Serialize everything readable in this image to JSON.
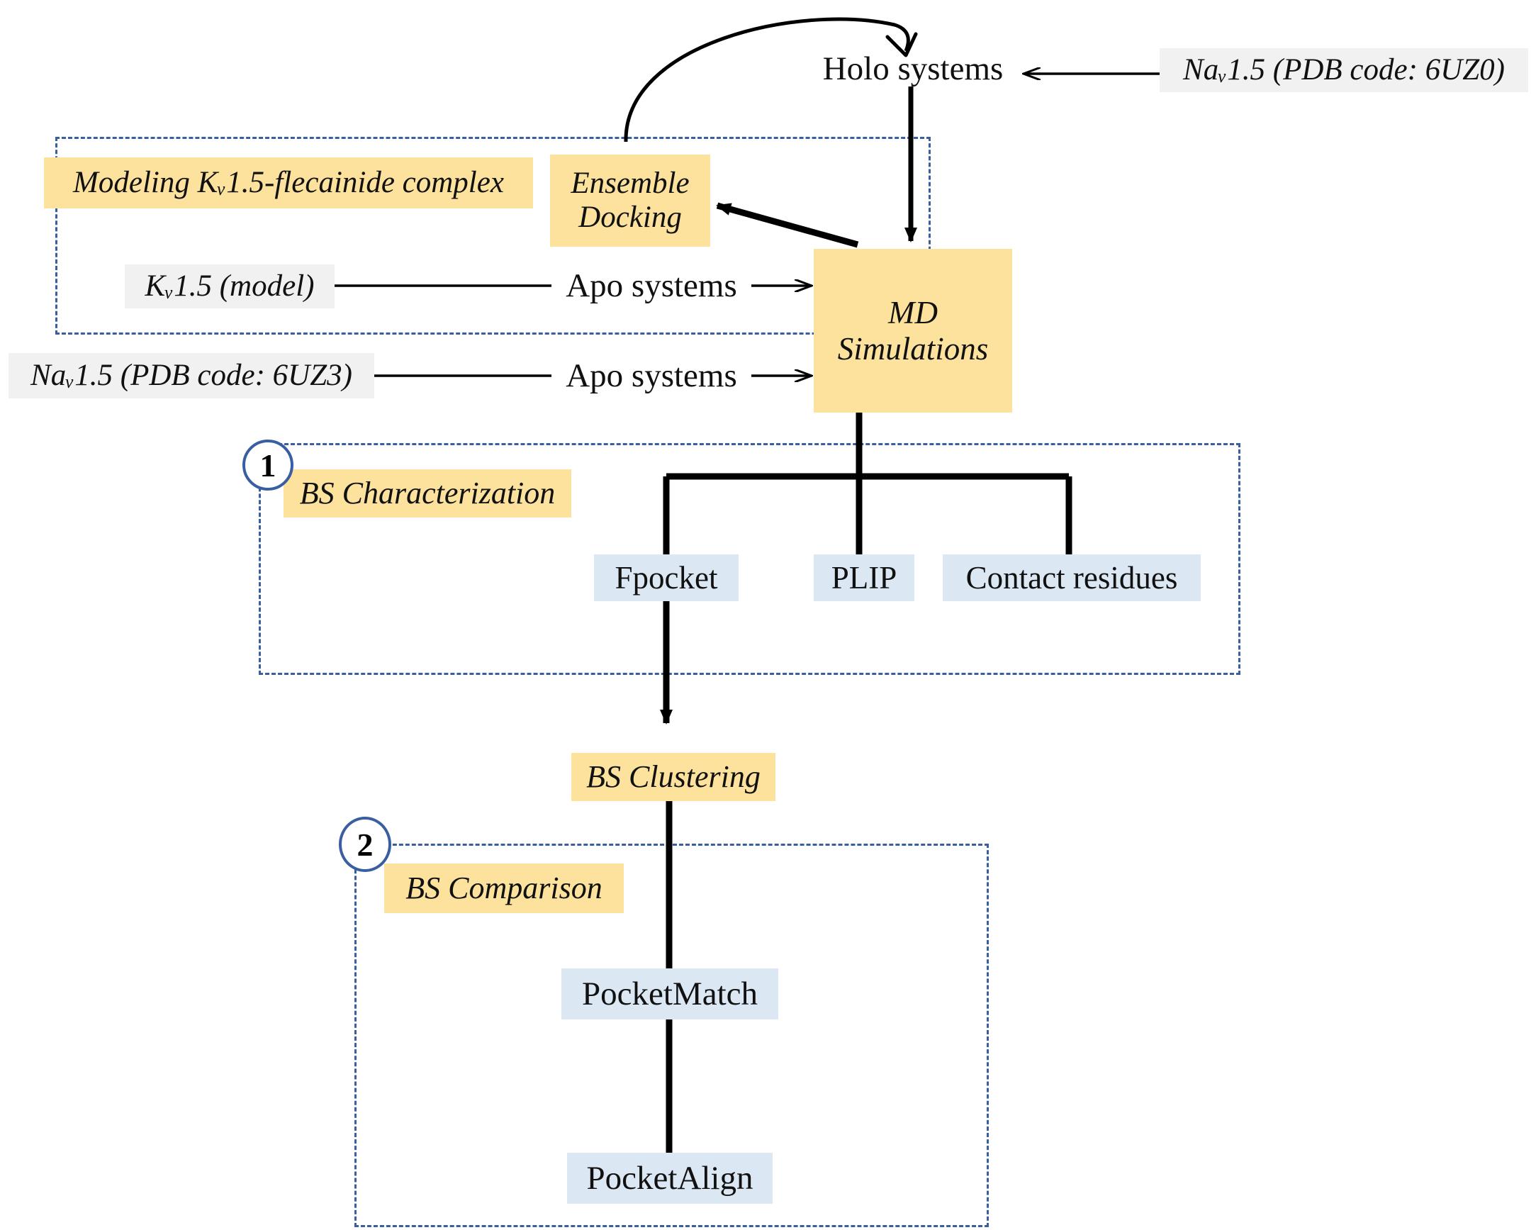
{
  "diagram": {
    "title": "Binding site characterization and comparison workflow",
    "colors": {
      "highlight_yellow": "#FCE29C",
      "chip_grey": "#F1F1F1",
      "tool_blue": "#DBE7F3",
      "dash_border_blue": "#3A5FA0",
      "arrow_black": "#000000"
    },
    "sections": [
      {
        "id": "modeling",
        "label": "Modeling K",
        "number": ""
      },
      {
        "id": "bs_characterization",
        "number": "1"
      },
      {
        "id": "bs_comparison",
        "number": "2"
      }
    ]
  },
  "nodes": {
    "holo_systems": "Holo systems",
    "nav15_6uz0": "Naᵥ1.5 (PDB code: 6UZ0)",
    "nav15_6uz3": "Naᵥ1.5 (PDB code: 6UZ3)",
    "kv15_model": "Kᵥ1.5 (model)",
    "modeling_complex": "Modeling Kᵥ1.5-flecainide complex",
    "ensemble_docking_line1": "Ensemble",
    "ensemble_docking_line2": "Docking",
    "md_line1": "MD",
    "md_line2": "Simulations",
    "apo_systems_1": "Apo systems",
    "apo_systems_2": "Apo systems",
    "bs_characterization": "BS Characterization",
    "fpocket": "Fpocket",
    "plip": "PLIP",
    "contact_residues": "Contact residues",
    "bs_clustering": "BS Clustering",
    "bs_comparison": "BS Comparison",
    "pocketmatch": "PocketMatch",
    "pocketalign": "PocketAlign",
    "badge_one": "1",
    "badge_two": "2"
  }
}
